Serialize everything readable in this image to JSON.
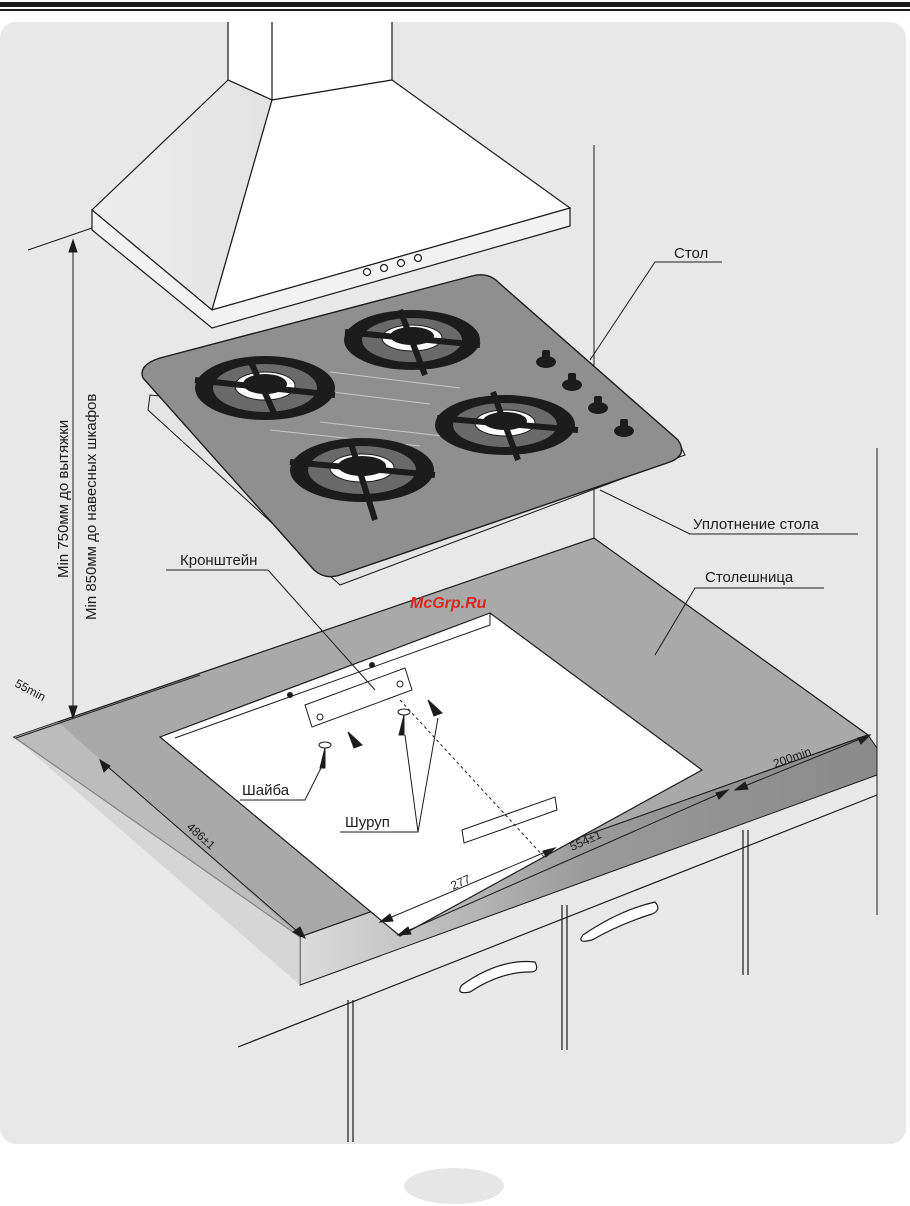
{
  "labels": {
    "table": "Стол",
    "table_seal": "Уплотнение стола",
    "bracket": "Кронштейн",
    "countertop": "Столешница",
    "washer": "Шайба",
    "screw": "Шуруп"
  },
  "dimensions": {
    "hood_distance": "Min 750мм до вытяжки",
    "cabinet_distance": "Min 850мм до навесных шкафов",
    "front_margin": "55min",
    "side_margin": "200min",
    "cutout_depth": "486±1",
    "cutout_width": "554±1",
    "bracket_offset": "277"
  },
  "watermark": "McGrp.Ru",
  "colors": {
    "panel": "#e8e8e8",
    "glass": "#8f8f8f",
    "countertop": "#a9a9a9",
    "line": "#1c1c1c",
    "watermark": "#d9281d"
  }
}
